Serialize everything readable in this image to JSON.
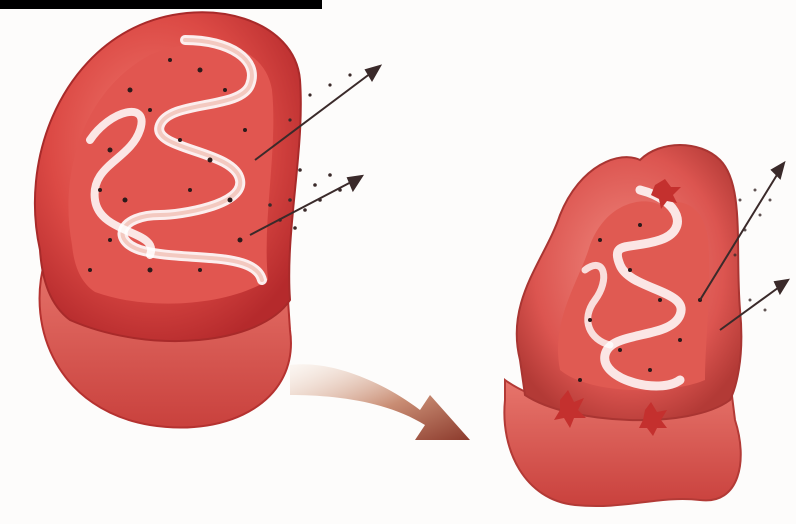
{
  "image": {
    "subject": "healthy-and-damaged-mitochondria",
    "colors": {
      "background": "#fdfcfb",
      "outer_membrane": "#d9403f",
      "outer_membrane_dark": "#b52a2c",
      "inner_matrix": "#e35a55",
      "cristae_light": "#f6d7d1",
      "cristae_edge": "#ffffff",
      "particles": "#2b1a1a",
      "arrow_gradient_start": "#f3e0d2",
      "arrow_gradient_end": "#8c3a2c",
      "top_bar": "#000000"
    },
    "icons": [
      "healthy-mitochondrion",
      "damaged-mitochondrion",
      "transition-arrow",
      "emission-arrow"
    ]
  }
}
